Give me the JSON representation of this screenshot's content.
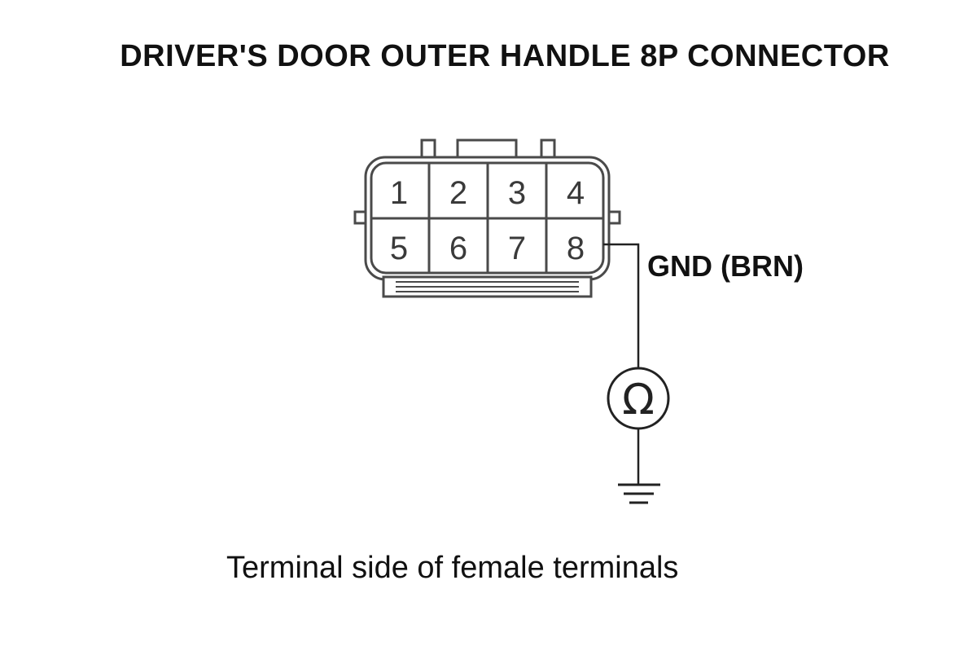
{
  "title": "DRIVER'S DOOR OUTER HANDLE 8P CONNECTOR",
  "connector": {
    "pins_top": [
      "1",
      "2",
      "3",
      "4"
    ],
    "pins_bottom": [
      "5",
      "6",
      "7",
      "8"
    ]
  },
  "wire": {
    "label": "GND (BRN)"
  },
  "meter": {
    "symbol": "Ω"
  },
  "caption": "Terminal side of female terminals",
  "colors": {
    "outline": "#4a4a4a",
    "text": "#111111"
  }
}
